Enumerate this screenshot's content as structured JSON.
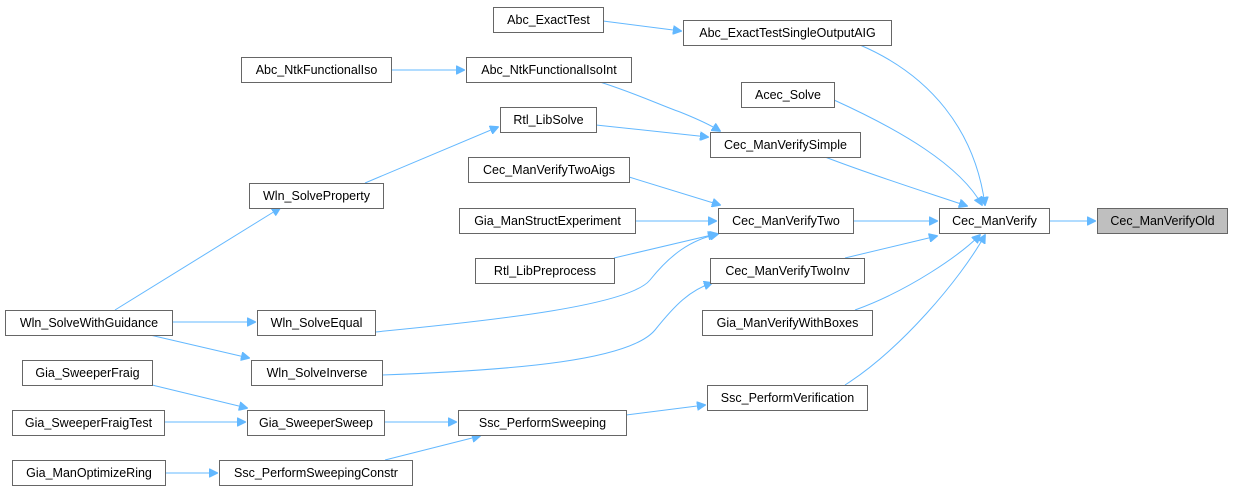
{
  "diagram": {
    "type": "call-graph",
    "nodes": {
      "abc_exacttest": "Abc_ExactTest",
      "abc_exacttestsingleoutputaig": "Abc_ExactTestSingleOutputAIG",
      "abc_ntkfunctionaliso": "Abc_NtkFunctionalIso",
      "abc_ntkfunctionalisoint": "Abc_NtkFunctionalIsoInt",
      "acec_solve": "Acec_Solve",
      "rtl_libsolve": "Rtl_LibSolve",
      "cec_manverifysimple": "Cec_ManVerifySimple",
      "wln_solveproperty": "Wln_SolveProperty",
      "cec_manverifytwoaigs": "Cec_ManVerifyTwoAigs",
      "gia_manstructexperiment": "Gia_ManStructExperiment",
      "cec_manverifytwo": "Cec_ManVerifyTwo",
      "cec_manverify": "Cec_ManVerify",
      "cec_manverifyold": "Cec_ManVerifyOld",
      "rtl_libpreprocess": "Rtl_LibPreprocess",
      "cec_manverifytwoinv": "Cec_ManVerifyTwoInv",
      "wln_solvewithguidance": "Wln_SolveWithGuidance",
      "wln_solveequal": "Wln_SolveEqual",
      "gia_manverifywithboxes": "Gia_ManVerifyWithBoxes",
      "wln_solveinverse": "Wln_SolveInverse",
      "gia_sweeperfraig": "Gia_SweeperFraig",
      "ssc_performverification": "Ssc_PerformVerification",
      "gia_sweeperfraigtest": "Gia_SweeperFraigTest",
      "gia_sweepersweep": "Gia_SweeperSweep",
      "ssc_performsweeping": "Ssc_PerformSweeping",
      "gia_manoptimizering": "Gia_ManOptimizeRing",
      "ssc_performsweepingconstr": "Ssc_PerformSweepingConstr"
    },
    "current_node": "cec_manverifyold",
    "edges": [
      [
        "abc_exacttest",
        "abc_exacttestsingleoutputaig"
      ],
      [
        "abc_exacttestsingleoutputaig",
        "cec_manverify"
      ],
      [
        "abc_ntkfunctionaliso",
        "abc_ntkfunctionalisoint"
      ],
      [
        "abc_ntkfunctionalisoint",
        "cec_manverifysimple"
      ],
      [
        "acec_solve",
        "cec_manverify"
      ],
      [
        "rtl_libsolve",
        "cec_manverifysimple"
      ],
      [
        "cec_manverifysimple",
        "cec_manverify"
      ],
      [
        "wln_solveproperty",
        "rtl_libsolve"
      ],
      [
        "cec_manverifytwoaigs",
        "cec_manverifytwo"
      ],
      [
        "gia_manstructexperiment",
        "cec_manverifytwo"
      ],
      [
        "rtl_libpreprocess",
        "cec_manverifytwo"
      ],
      [
        "wln_solveequal",
        "cec_manverifytwo"
      ],
      [
        "cec_manverifytwo",
        "cec_manverify"
      ],
      [
        "cec_manverifytwoinv",
        "cec_manverify"
      ],
      [
        "wln_solveinverse",
        "cec_manverifytwoinv"
      ],
      [
        "gia_manverifywithboxes",
        "cec_manverify"
      ],
      [
        "ssc_performverification",
        "cec_manverify"
      ],
      [
        "cec_manverify",
        "cec_manverifyold"
      ],
      [
        "wln_solvewithguidance",
        "wln_solveproperty"
      ],
      [
        "wln_solvewithguidance",
        "wln_solveequal"
      ],
      [
        "wln_solvewithguidance",
        "wln_solveinverse"
      ],
      [
        "gia_sweeperfraig",
        "gia_sweepersweep"
      ],
      [
        "gia_sweeperfraigtest",
        "gia_sweepersweep"
      ],
      [
        "gia_sweepersweep",
        "ssc_performsweeping"
      ],
      [
        "ssc_performsweeping",
        "ssc_performverification"
      ],
      [
        "gia_manoptimizering",
        "ssc_performsweepingconstr"
      ],
      [
        "ssc_performsweepingconstr",
        "ssc_performsweeping"
      ]
    ],
    "colors": {
      "edge": "#63b8ff",
      "node_border": "#666666",
      "node_fill": "#ffffff",
      "current_fill": "#bfbfbf"
    }
  }
}
